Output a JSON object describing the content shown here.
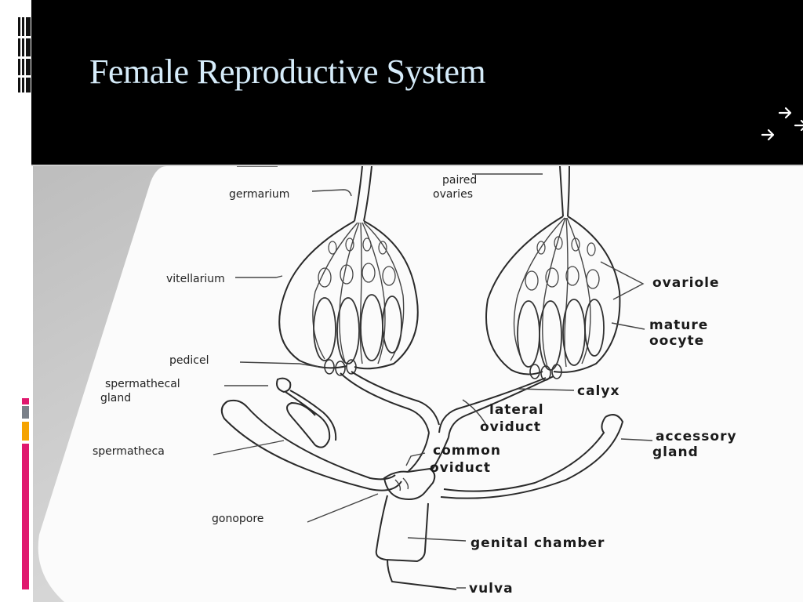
{
  "slide": {
    "title": "Female Reproductive System"
  },
  "diagram": {
    "labels": {
      "germarium": "germarium",
      "paired_ovaries_1": "paired",
      "paired_ovaries_2": "ovaries",
      "vitellarium": "vitellarium",
      "ovariole": "ovariole",
      "mature_oocyte_1": "mature",
      "mature_oocyte_2": "oocyte",
      "pedicel": "pedicel",
      "spermathecal_gland_1": "spermathecal",
      "spermathecal_gland_2": "gland",
      "calyx": "calyx",
      "lateral_oviduct_1": "lateral",
      "lateral_oviduct_2": "oviduct",
      "accessory_gland_1": "accessory",
      "accessory_gland_2": "gland",
      "spermatheca": "spermatheca",
      "common_oviduct_1": "common",
      "common_oviduct_2": "oviduct",
      "gonopore": "gonopore",
      "genital_chamber": "genital chamber",
      "vulva": "vulva"
    }
  },
  "colors": {
    "header_bg": "#000000",
    "title_color": "#d6ecfa",
    "accent_magenta": "#e0186e",
    "accent_orange": "#f5a300",
    "accent_gray": "#7a8089"
  }
}
